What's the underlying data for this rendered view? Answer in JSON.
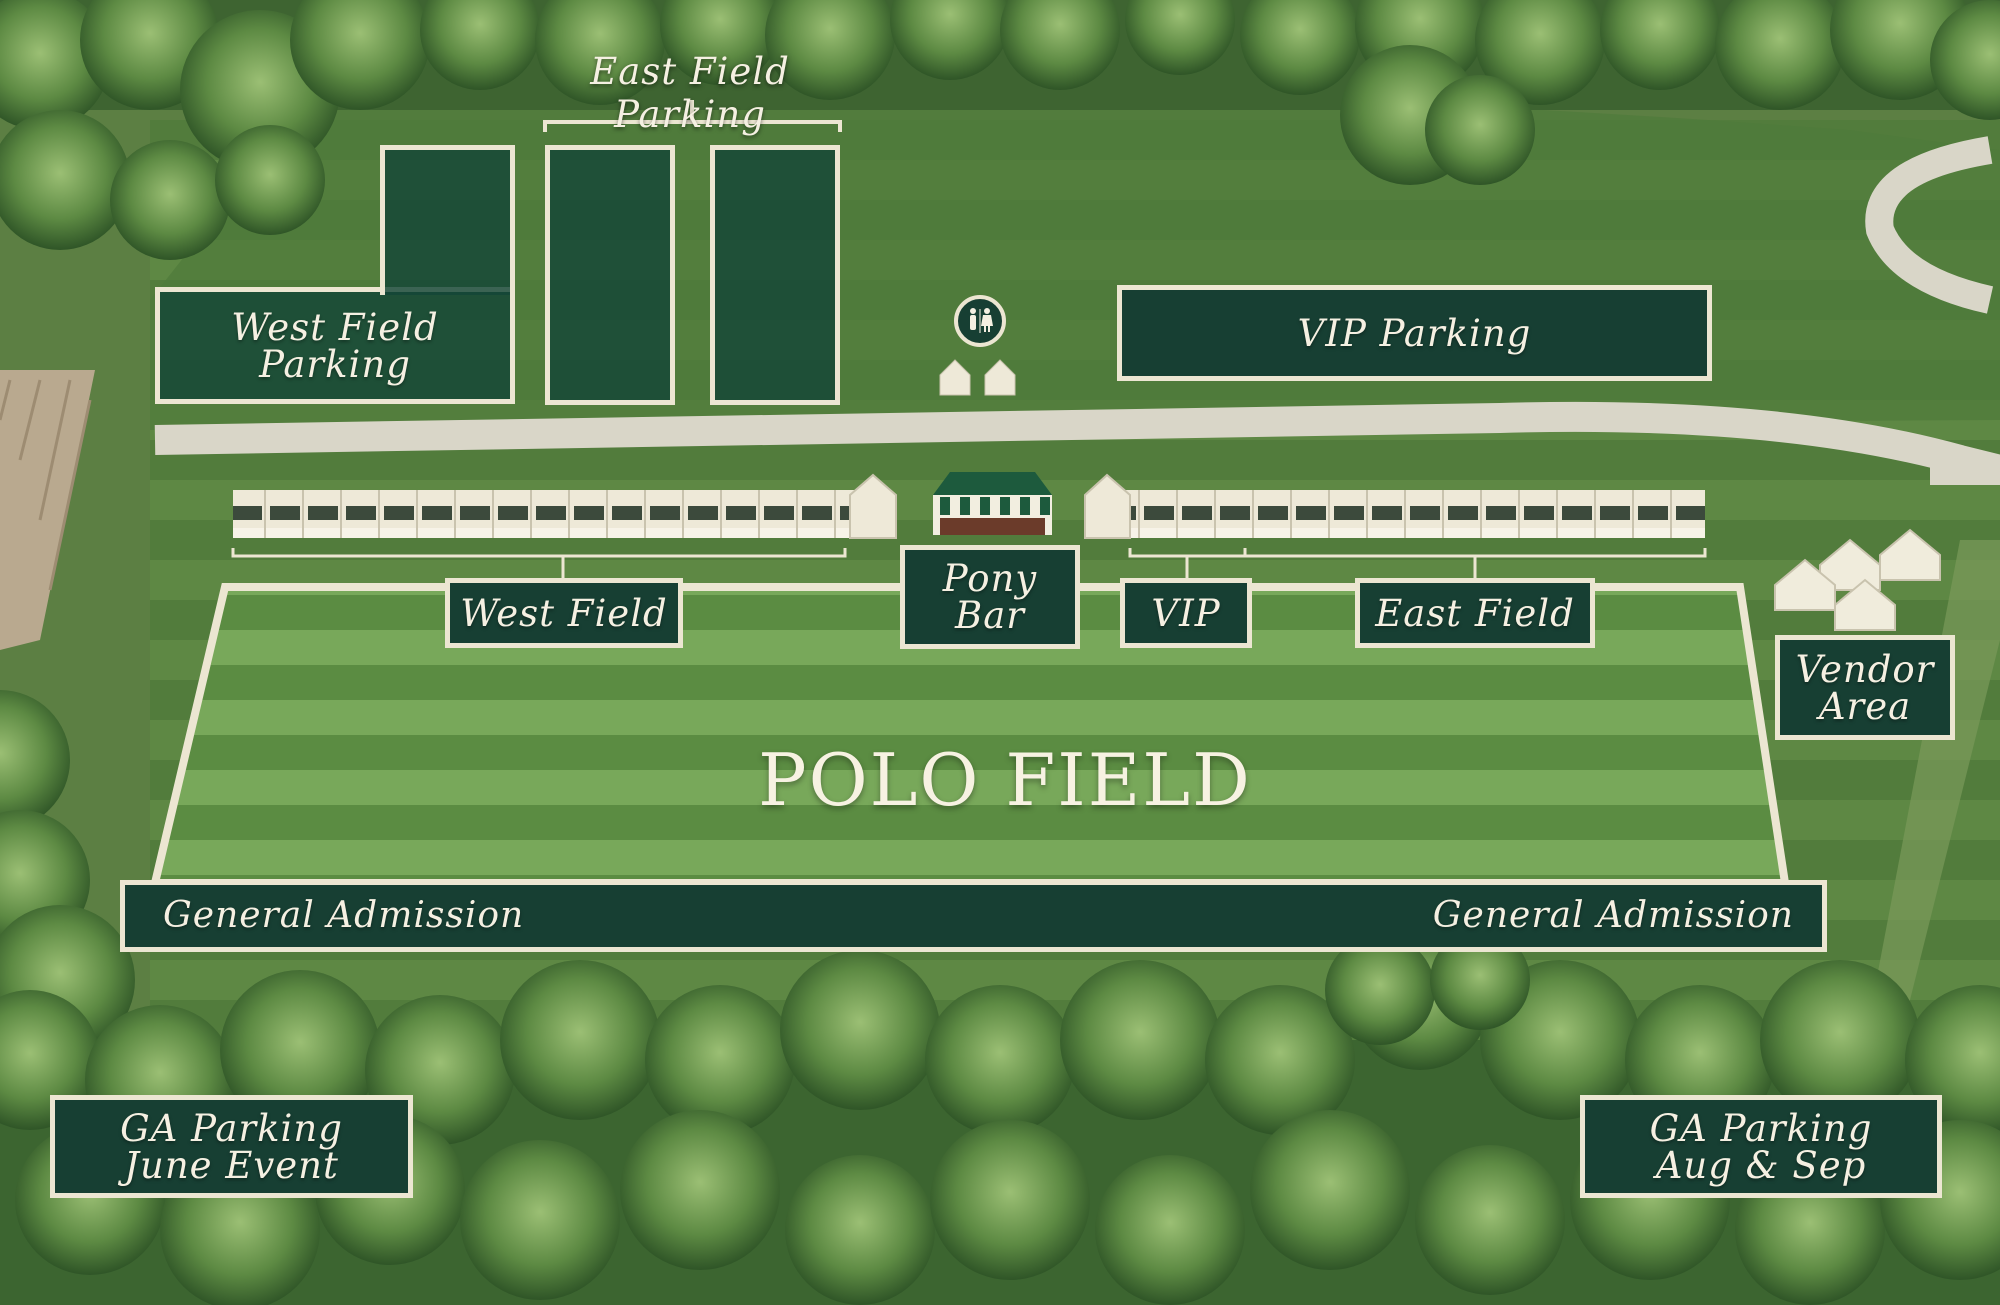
{
  "map": {
    "polo_field": "POLO FIELD",
    "parking": {
      "east_field_parking": "East Field Parking",
      "west_field_parking": [
        "West Field",
        "Parking"
      ],
      "vip_parking": "VIP Parking",
      "ga_parking_june": [
        "GA Parking",
        "June Event"
      ],
      "ga_parking_aug_sep": [
        "GA Parking",
        "Aug & Sep"
      ]
    },
    "areas": {
      "west_field": "West Field",
      "pony_bar": [
        "Pony",
        "Bar"
      ],
      "vip": "VIP",
      "east_field": "East Field",
      "vendor_area": [
        "Vendor",
        "Area"
      ],
      "general_admission_left": "General Admission",
      "general_admission_right": "General Admission"
    },
    "icons": {
      "restroom": "restroom-icon"
    },
    "colors": {
      "label_fill": "#173f33",
      "label_border": "#ece6d2",
      "grass_light": "#6f9a4f",
      "grass_dark": "#4f7a3b",
      "road": "#d9d6c8"
    }
  }
}
